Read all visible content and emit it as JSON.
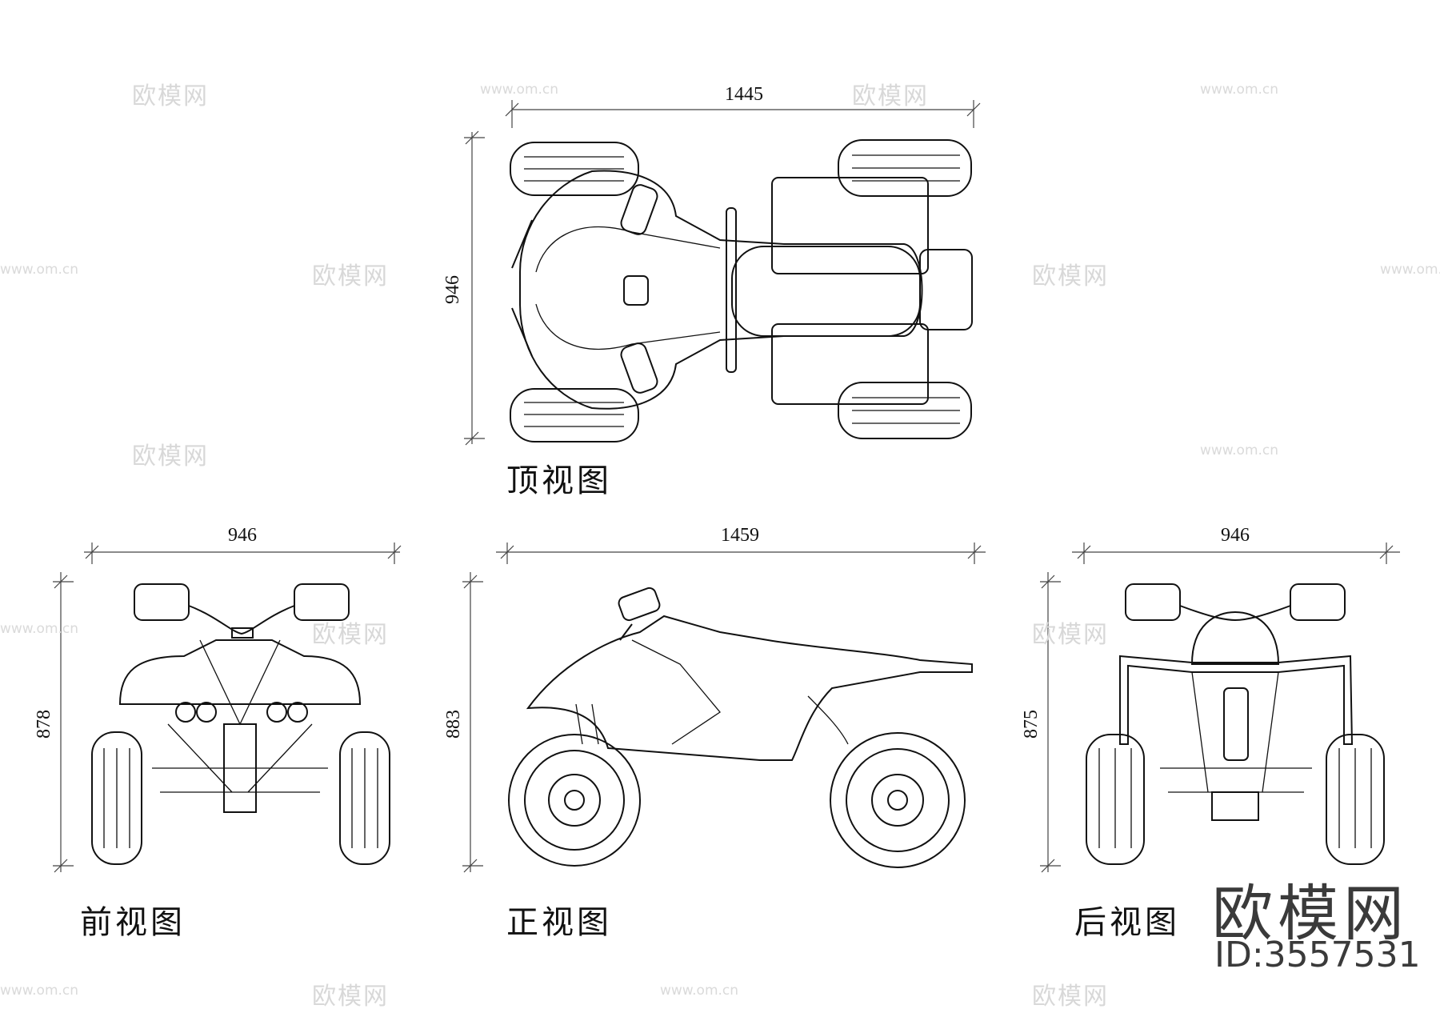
{
  "views": {
    "top": {
      "label": "顶视图",
      "width": "1445",
      "height": "946"
    },
    "front": {
      "label": "前视图",
      "width": "946",
      "height": "878"
    },
    "side": {
      "label": "正视图",
      "width": "1459",
      "height": "883"
    },
    "rear": {
      "label": "后视图",
      "width": "946",
      "height": "875"
    }
  },
  "brand": {
    "logo_text": "欧模网",
    "id_text": "ID:3557531"
  },
  "watermark": {
    "text": "欧模网",
    "url": "www.om.cn"
  }
}
